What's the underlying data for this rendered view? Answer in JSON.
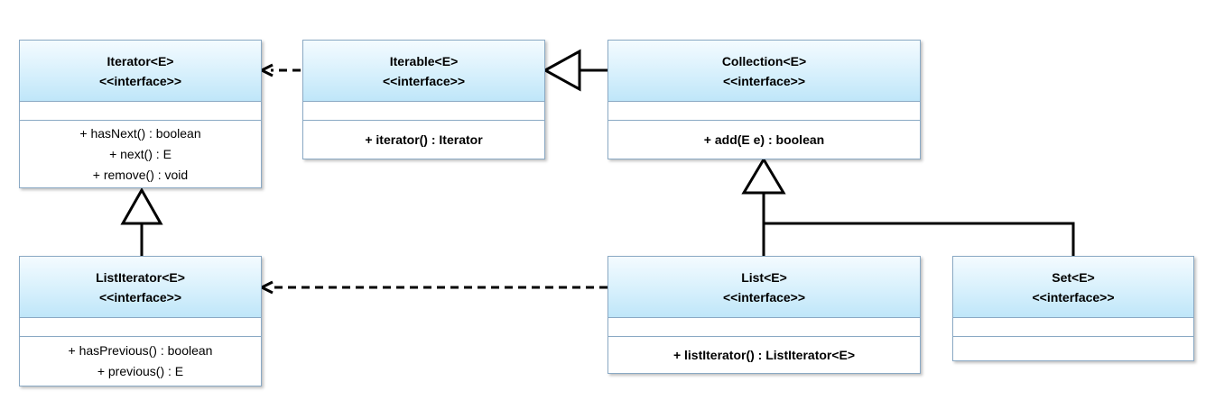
{
  "classes": {
    "iterator": {
      "name": "Iterator<E>",
      "stereotype": "<<interface>>",
      "operations": [
        "+ hasNext() : boolean",
        "+ next() : E",
        "+ remove() : void"
      ]
    },
    "iterable": {
      "name": "Iterable<E>",
      "stereotype": "<<interface>>",
      "operations": [
        "+ iterator() : Iterator"
      ]
    },
    "collection": {
      "name": "Collection<E>",
      "stereotype": "<<interface>>",
      "operations": [
        "+ add(E e) : boolean"
      ]
    },
    "list_iterator": {
      "name": "ListIterator<E>",
      "stereotype": "<<interface>>",
      "operations": [
        "+ hasPrevious() : boolean",
        "+ previous() : E"
      ]
    },
    "list": {
      "name": "List<E>",
      "stereotype": "<<interface>>",
      "operations": [
        "+ listIterator() : ListIterator<E>"
      ]
    },
    "set": {
      "name": "Set<E>",
      "stereotype": "<<interface>>",
      "operations": []
    }
  },
  "colors": {
    "header_top": "#f4fbff",
    "header_bottom": "#bfe6f9",
    "border": "#8aa9c4",
    "line": "#000000"
  }
}
